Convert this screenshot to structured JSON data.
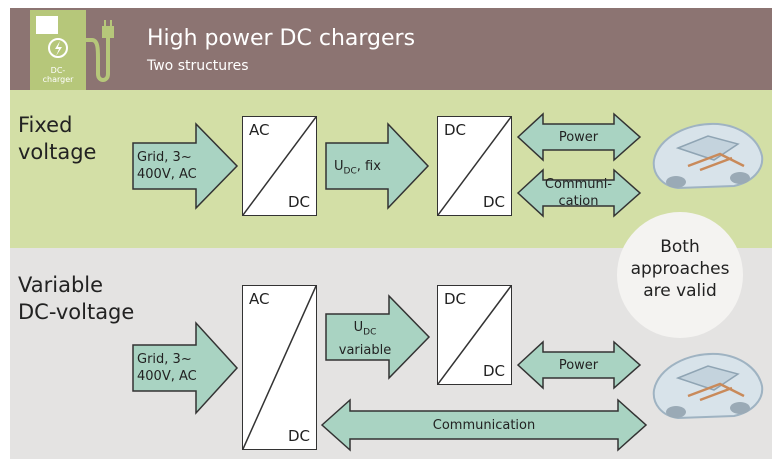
{
  "header": {
    "title": "High power DC chargers",
    "subtitle": "Two structures",
    "logo_text_line1": "DC-",
    "logo_text_line2": "charger"
  },
  "fixed": {
    "label_line1": "Fixed",
    "label_line2": "voltage",
    "grid_line1": "Grid, 3~",
    "grid_line2": "400V, AC",
    "acdc_in": "AC",
    "acdc_out": "DC",
    "udc_main": "U",
    "udc_sub": "DC",
    "udc_suffix": ", fix",
    "dcdc_in": "DC",
    "dcdc_out": "DC",
    "power": "Power",
    "comm_line1": "Communi-",
    "comm_line2": "cation"
  },
  "variable": {
    "label_line1": "Variable",
    "label_line2": "DC-voltage",
    "grid_line1": "Grid, 3~",
    "grid_line2": "400V, AC",
    "acdc_in": "AC",
    "acdc_out": "DC",
    "udc_main": "U",
    "udc_sub": "DC",
    "udc_line2": "variable",
    "dcdc_in": "DC",
    "dcdc_out": "DC",
    "power": "Power",
    "communication": "Communication"
  },
  "conclusion": {
    "line1": "Both",
    "line2": "approaches",
    "line3": "are valid"
  },
  "colors": {
    "header": "#8c7472",
    "fixed_band": "#d3dfa6",
    "variable_band": "#e4e3e2",
    "arrow_fill": "#a9d3c2",
    "logo_green": "#b6c77a"
  }
}
